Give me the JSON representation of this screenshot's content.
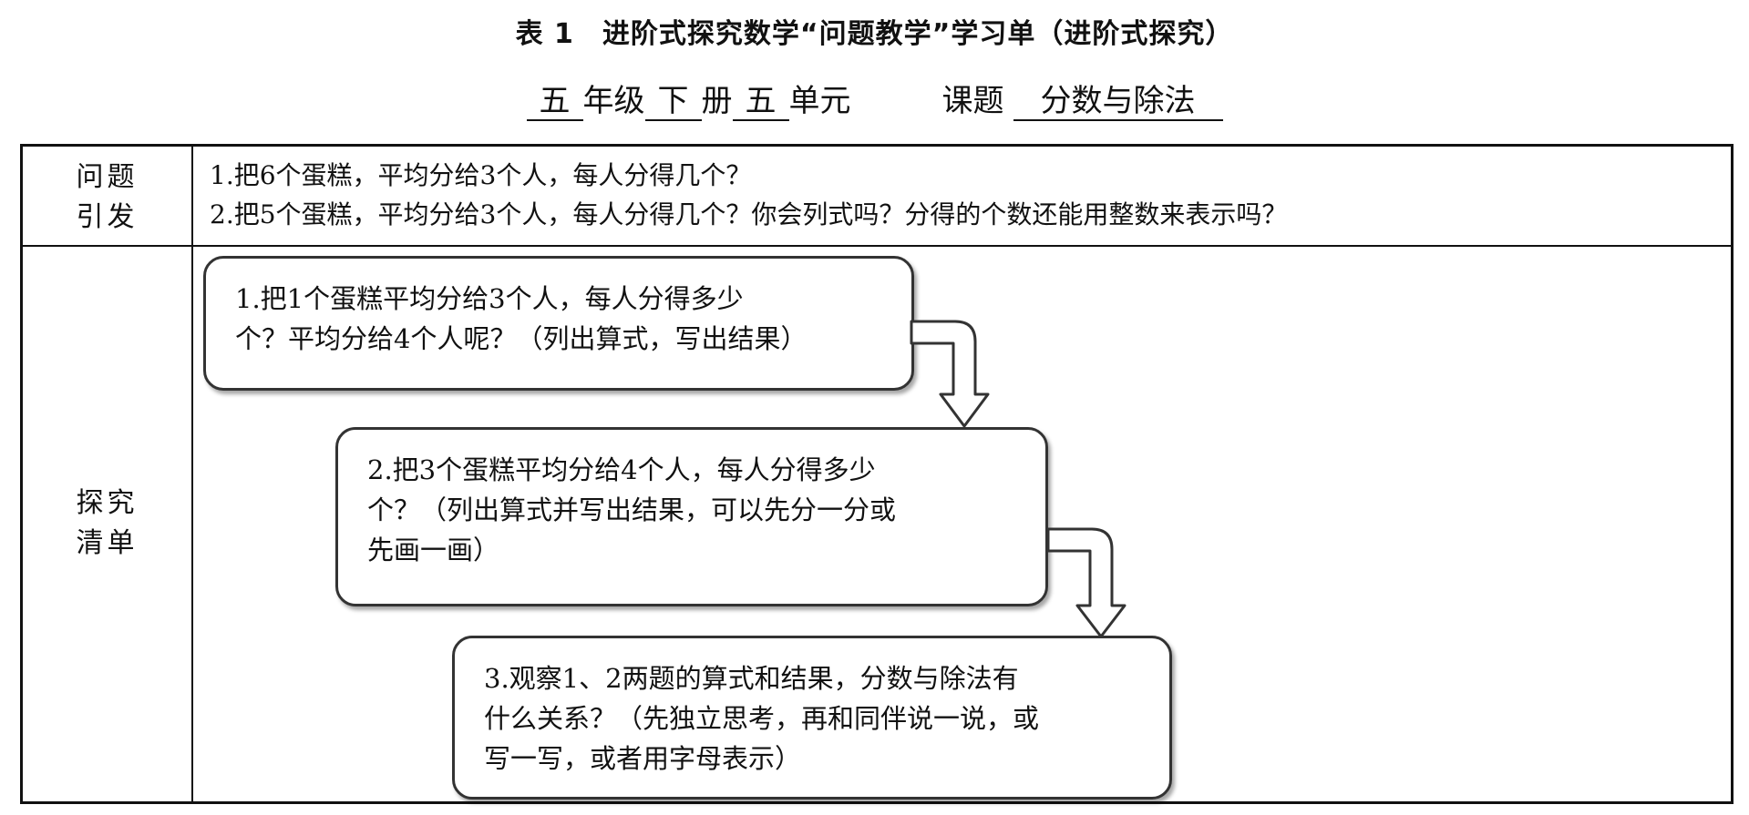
{
  "caption": "表 1　进阶式探究数学“问题教学”学习单（进阶式探究）",
  "meta": {
    "grade_value": "五",
    "grade_unit": "年级",
    "volume_value": "下",
    "volume_unit": "册",
    "unit_value": "五",
    "unit_unit": "单元",
    "topic_label": "课题",
    "topic_value": "分数与除法"
  },
  "rows": {
    "intro_label_line1": "问题",
    "intro_label_line2": "引发",
    "explore_label_line1": "探究",
    "explore_label_line2": "清单"
  },
  "intro_questions": [
    "1.把6个蛋糕，平均分给3个人，每人分得几个？",
    "2.把5个蛋糕，平均分给3个人，每人分得几个？你会列式吗？分得的个数还能用整数来表示吗？"
  ],
  "steps": [
    {
      "line1": "1.把1个蛋糕平均分给3个人，每人分得多少",
      "line2": "个？平均分给4个人呢？（列出算式，写出结果）",
      "line3": ""
    },
    {
      "line1": "2.把3个蛋糕平均分给4个人，每人分得多少",
      "line2": "个？（列出算式并写出结果，可以先分一分或",
      "line3": "先画一画）"
    },
    {
      "line1": "3.观察1、2两题的算式和结果，分数与除法有",
      "line2": "什么关系？（先独立思考，再和同伴说一说，或",
      "line3": "写一写，或者用字母表示）"
    }
  ]
}
